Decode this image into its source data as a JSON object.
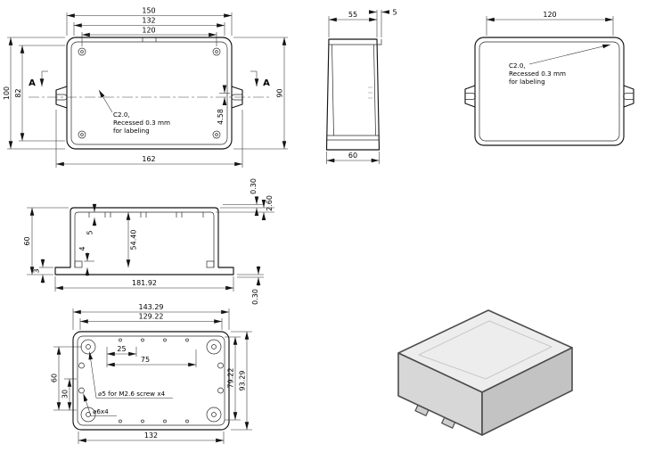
{
  "drawing": {
    "front_view": {
      "dim_width_outer": "150",
      "dim_width_mid": "132",
      "dim_width_inner": "120",
      "dim_height_outer": "100",
      "dim_height_inner": "82",
      "dim_height_right": "90",
      "dim_offset": "4.58",
      "dim_width_ears": "162",
      "section_label_left": "A",
      "section_label_right": "A",
      "note_line1": "C2.0,",
      "note_line2": "Recessed 0.3 mm",
      "note_line3": "for labeling"
    },
    "side_view": {
      "dim_depth_top": "55",
      "dim_lip": "5",
      "dim_depth_bottom": "60"
    },
    "back_view": {
      "dim_width": "120",
      "note_line1": "C2.0,",
      "note_line2": "Recessed 0.3 mm",
      "note_line3": "for labeling"
    },
    "section_view": {
      "dim_step_top": "0.30",
      "dim_wall": "2.60",
      "dim_height": "60",
      "dim_flange": "3",
      "dim_rib": "5",
      "dim_inner_height": "54.40",
      "dim_boss": "4",
      "dim_length": "181.92",
      "dim_step_bottom": "0.30"
    },
    "bottom_view": {
      "dim_width_outer": "143.29",
      "dim_width_inner": "129.22",
      "dim_25": "25",
      "dim_75": "75",
      "dim_60": "60",
      "dim_30": "30",
      "dim_height_inner": "79.22",
      "dim_height_outer": "93.29",
      "dim_width_bottom": "132",
      "note_screw": "⌀5 for M2.6 screw x4",
      "note_hole": "⌀6x4"
    }
  }
}
